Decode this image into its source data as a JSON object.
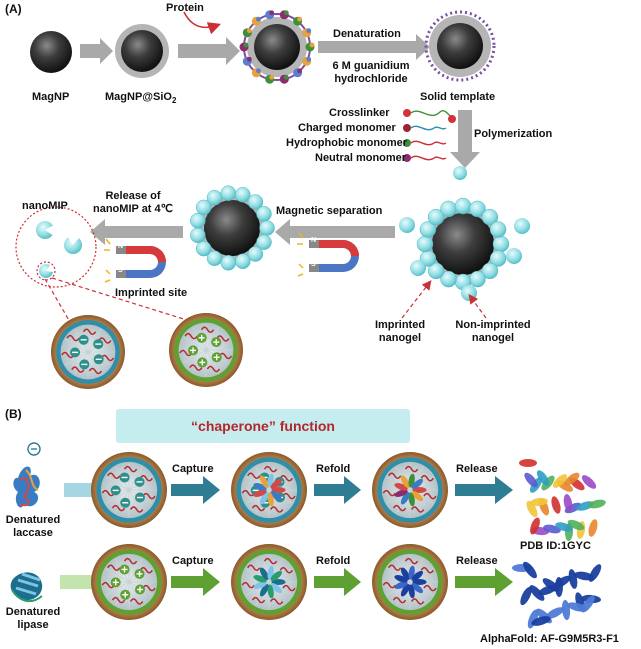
{
  "panel_a": {
    "label": "(A)",
    "magnp": "MagNP",
    "magnp_sio2": "MagNP@SiO",
    "magnp_sio2_sub": "2",
    "protein": "Protein",
    "denaturation": "Denaturation",
    "guanidium_1": "6 M guanidium",
    "guanidium_2": "hydrochloride",
    "solid_template": "Solid  template",
    "polymerization": "Polymerization",
    "reagents": [
      {
        "label": "Crosslinker",
        "color": "#d6303a"
      },
      {
        "label": "Charged monomer",
        "color": "#9b2335"
      },
      {
        "label": "Hydrophobic monomer",
        "color": "#3f8f3a"
      },
      {
        "label": "Neutral monomer",
        "color": "#8c2b6e"
      }
    ],
    "magnetic_separation": "Magnetic separation",
    "release_1": "Release of",
    "release_2": "nanoMIP at 4℃",
    "nanomip": "nanoMIP",
    "imprinted_site": "Imprinted site",
    "imprinted_nanogel_1": "Imprinted",
    "imprinted_nanogel_2": "nanogel",
    "non_imprinted_1": "Non-imprinted",
    "non_imprinted_2": "nanogel",
    "magnet_n": "N",
    "magnet_s": "S"
  },
  "panel_b": {
    "label": "(B)",
    "chaperone": "“chaperone” function",
    "row1": {
      "input_1": "Denatured",
      "input_2": "laccase",
      "capture": "Capture",
      "refold": "Refold",
      "release": "Release",
      "output": "PDB ID:1GYC",
      "arrow_color": "#2e7d93"
    },
    "row2": {
      "input_1": "Denatured",
      "input_2": "lipase",
      "capture": "Capture",
      "refold": "Refold",
      "release": "Release",
      "output": "AlphaFold: AF-G9M5R3-F1",
      "arrow_color": "#5ea032"
    }
  }
}
